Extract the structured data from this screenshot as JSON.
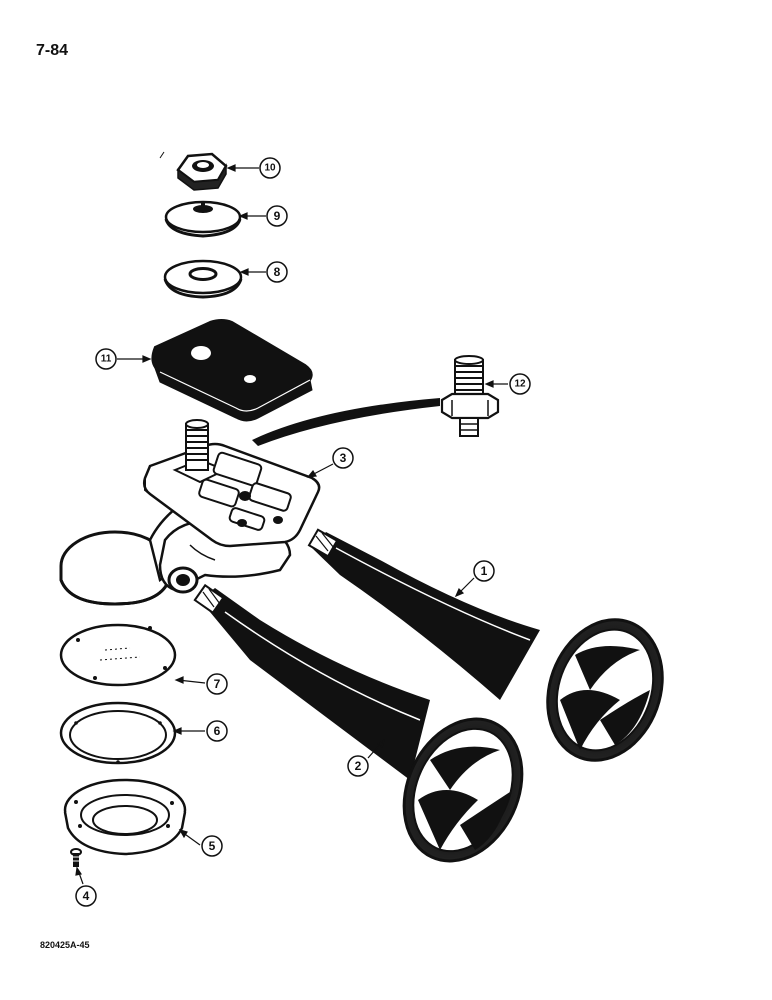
{
  "page_number": "7-84",
  "figure_code": "820425A-45",
  "callouts": [
    {
      "id": "callout-1",
      "label": "1",
      "part": "horn-trumpet-long"
    },
    {
      "id": "callout-2",
      "label": "2",
      "part": "horn-trumpet-short"
    },
    {
      "id": "callout-3",
      "label": "3",
      "part": "horn-manifold-body"
    },
    {
      "id": "callout-4",
      "label": "4",
      "part": "screw"
    },
    {
      "id": "callout-5",
      "label": "5",
      "part": "diaphragm-cover"
    },
    {
      "id": "callout-6",
      "label": "6",
      "part": "gasket-ring"
    },
    {
      "id": "callout-7",
      "label": "7",
      "part": "diaphragm"
    },
    {
      "id": "callout-8",
      "label": "8",
      "part": "flat-washer"
    },
    {
      "id": "callout-9",
      "label": "9",
      "part": "lock-washer"
    },
    {
      "id": "callout-10",
      "label": "10",
      "part": "hex-nut"
    },
    {
      "id": "callout-11",
      "label": "11",
      "part": "rubber-pad"
    },
    {
      "id": "callout-12",
      "label": "12",
      "part": "fitting"
    }
  ]
}
